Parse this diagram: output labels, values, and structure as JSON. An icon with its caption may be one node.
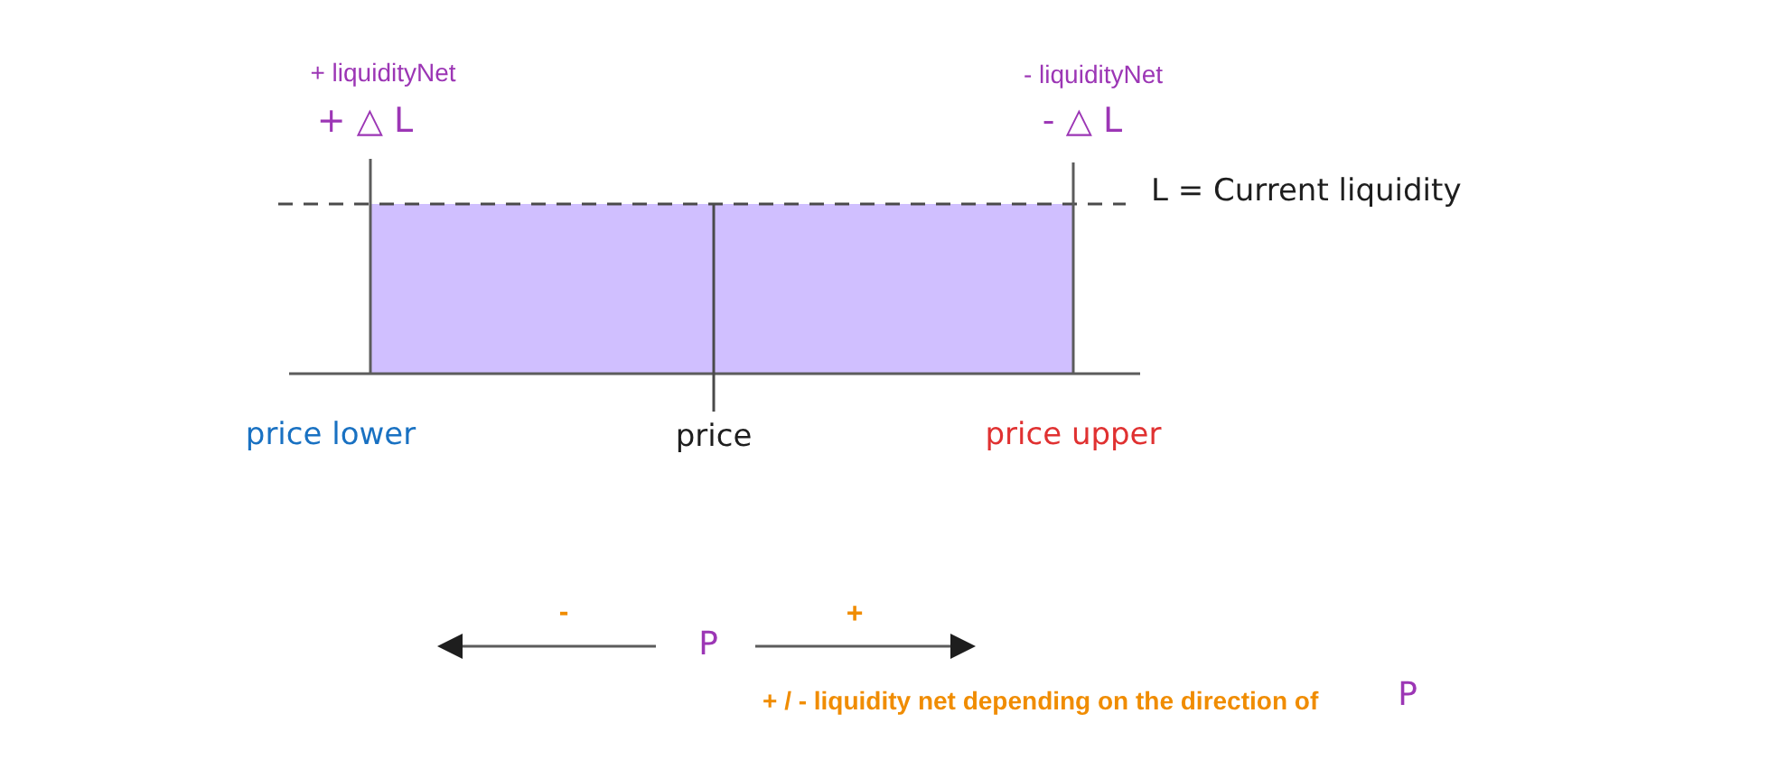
{
  "diagram": {
    "labels": [
      "+ liquidityNet",
      "- liquidityNet",
      "+ △ L",
      "- △ L",
      "L = Current liquidity",
      "price lower",
      "price",
      "price upper",
      "-",
      "+",
      "P",
      "+ / - liquidity net depending on the direction of",
      "P"
    ]
  }
}
